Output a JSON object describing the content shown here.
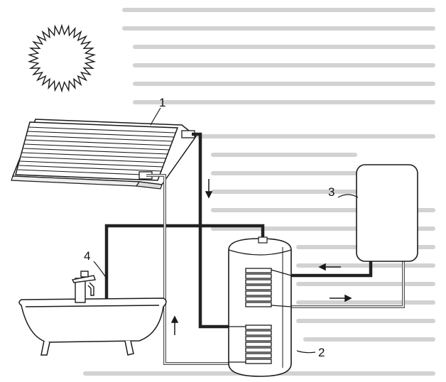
{
  "labels": {
    "collector": "1",
    "storage_tank": "2",
    "boiler": "3",
    "tap": "4"
  },
  "colors": {
    "ink": "#1a1a1a",
    "pipe_dark": "#222222",
    "pipe_light": "#777777",
    "background_text": "#c9c9c9"
  }
}
